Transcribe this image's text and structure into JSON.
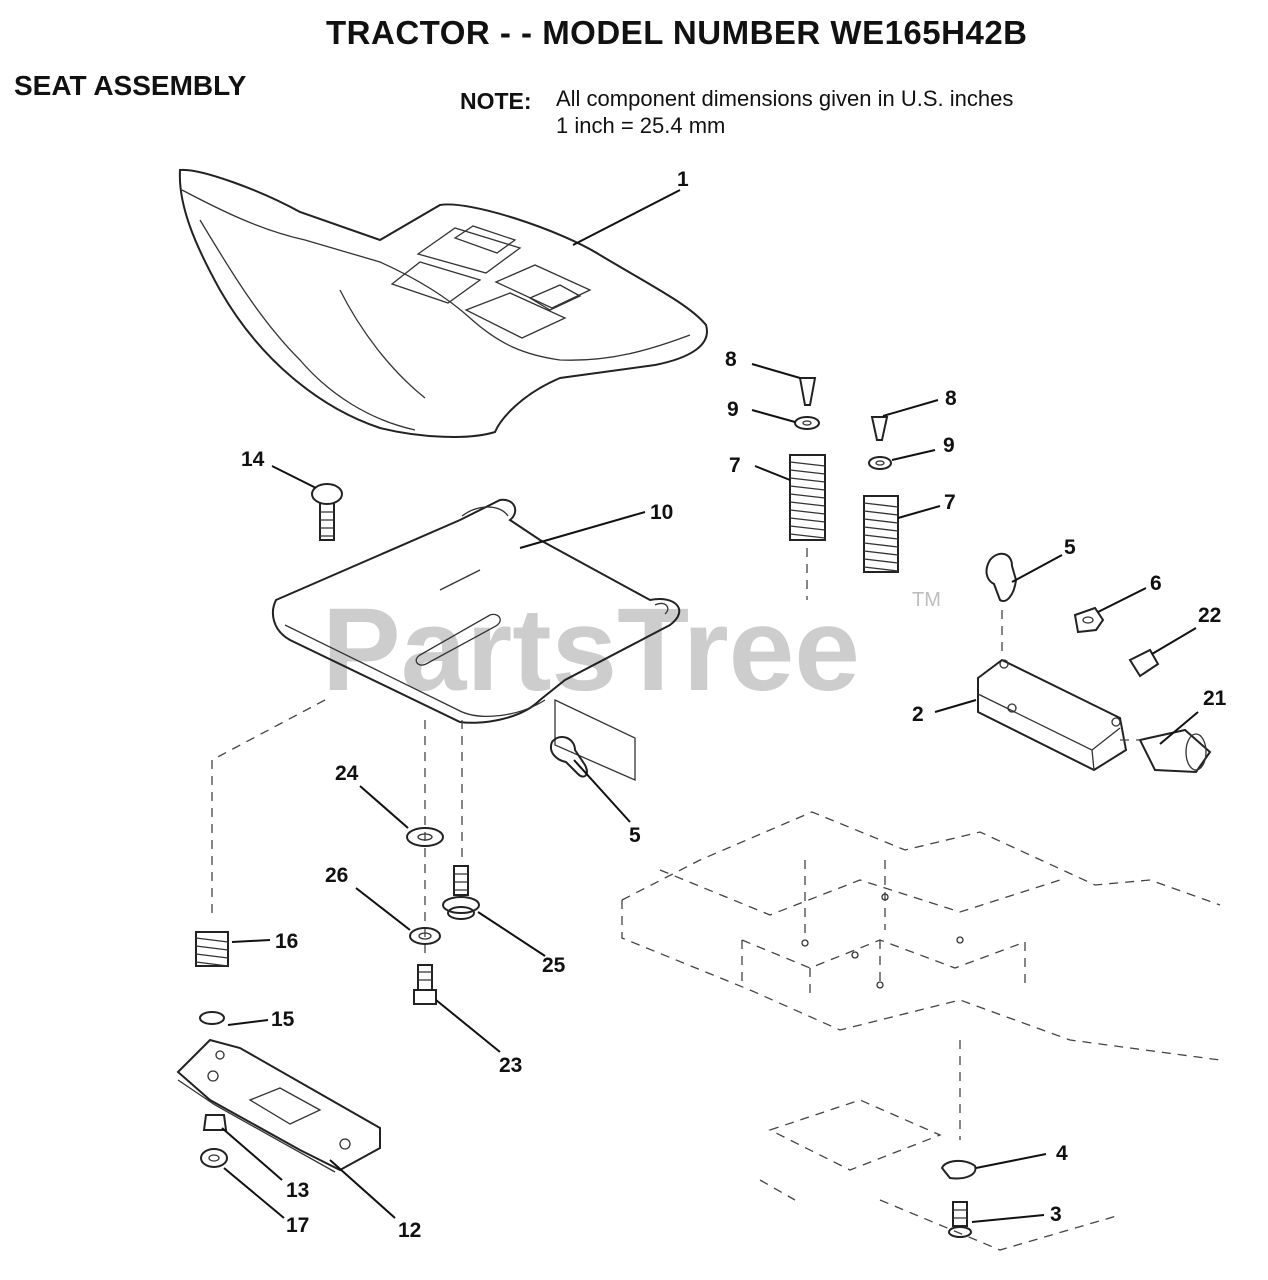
{
  "title": "TRACTOR - - MODEL NUMBER WE165H42B",
  "section_title": "SEAT ASSEMBLY",
  "note": {
    "label": "NOTE:",
    "line1": "All component dimensions given in U.S. inches",
    "line2": "1 inch = 25.4 mm"
  },
  "watermark": {
    "text": "PartsTree",
    "tm": "TM"
  },
  "callouts": [
    {
      "id": "c1",
      "label": "1"
    },
    {
      "id": "c2",
      "label": "2"
    },
    {
      "id": "c3",
      "label": "3"
    },
    {
      "id": "c4",
      "label": "4"
    },
    {
      "id": "c5a",
      "label": "5"
    },
    {
      "id": "c5b",
      "label": "5"
    },
    {
      "id": "c6",
      "label": "6"
    },
    {
      "id": "c7a",
      "label": "7"
    },
    {
      "id": "c7b",
      "label": "7"
    },
    {
      "id": "c8a",
      "label": "8"
    },
    {
      "id": "c8b",
      "label": "8"
    },
    {
      "id": "c9a",
      "label": "9"
    },
    {
      "id": "c9b",
      "label": "9"
    },
    {
      "id": "c10",
      "label": "10"
    },
    {
      "id": "c12",
      "label": "12"
    },
    {
      "id": "c13",
      "label": "13"
    },
    {
      "id": "c14",
      "label": "14"
    },
    {
      "id": "c15",
      "label": "15"
    },
    {
      "id": "c16",
      "label": "16"
    },
    {
      "id": "c17",
      "label": "17"
    },
    {
      "id": "c21",
      "label": "21"
    },
    {
      "id": "c22",
      "label": "22"
    },
    {
      "id": "c23",
      "label": "23"
    },
    {
      "id": "c24",
      "label": "24"
    },
    {
      "id": "c25",
      "label": "25"
    },
    {
      "id": "c26",
      "label": "26"
    }
  ]
}
